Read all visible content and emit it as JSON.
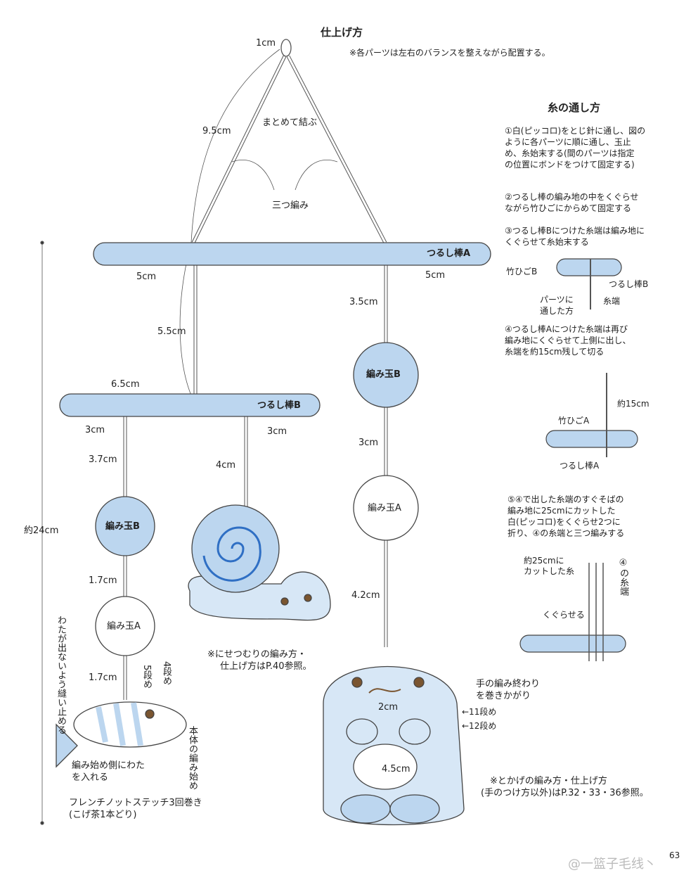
{
  "titles": {
    "main": "仕上げ方",
    "note": "※各パーツは左右のバランスを整えながら配置する。",
    "thread": "糸の通し方"
  },
  "dims": {
    "loop": "1cm",
    "top_len": "9.5cm",
    "tie": "まとめて結ぶ",
    "braid": "三つ編み",
    "rodA_left": "5cm",
    "rodA_right": "5cm",
    "rodB_hang": "5.5cm",
    "rodB_left": "6.5cm",
    "rodB_a": "3cm",
    "rodB_b": "3cm",
    "right_1": "3.5cm",
    "right_2": "3cm",
    "right_3": "4.2cm",
    "fish_1": "3.7cm",
    "fish_2": "1.7cm",
    "fish_3": "1.7cm",
    "snail_1": "4cm",
    "total": "約24cm",
    "lizard_w": "2cm",
    "lizard_belly": "4.5cm",
    "step5": "5段め",
    "step4": "4段め",
    "row11": "←11段め",
    "row12": "←12段め"
  },
  "rods": {
    "a": "つるし棒A",
    "b": "つるし棒B"
  },
  "balls": {
    "b_left": "編み玉B",
    "a_left": "編み玉A",
    "b_right": "編み玉B",
    "a_right": "編み玉A"
  },
  "notes": {
    "fish_side": "わたが出ないよう縫い止める",
    "fish_start": "編み始め側にわたを入れる",
    "fish_body": "本体の編み始め",
    "french1": "フレンチノットステッチ3回巻き",
    "french2": "(こげ茶1本どり)",
    "snail1": "※にせつむりの編み方・",
    "snail2": "仕上げ方はP.40参照。",
    "lizard1": "※とかげの編み方・仕上げ方",
    "lizard2": "(手のつけ方以外)はP.32・33・36参照。",
    "hand1": "手の編み終わり",
    "hand2": "を巻きかがり"
  },
  "steps": {
    "s1": [
      "①白(ピッコロ)をとじ針に通し、図の",
      "ように各パーツに順に通し、玉止",
      "め、糸始末する(間のパーツは指定",
      "の位置にボンドをつけて固定する)"
    ],
    "s2": [
      "②つるし棒の編み地の中をくぐらせ",
      "ながら竹ひごにからめて固定する"
    ],
    "s3": [
      "③つるし棒Bにつけた糸端は編み地に",
      "くぐらせて糸始末する"
    ],
    "s4": [
      "④つるし棒Aにつけた糸端は再び",
      "編み地にくぐらせて上側に出し、",
      "糸端を約15cm残して切る"
    ],
    "s5": [
      "⑤④で出した糸端のすぐそばの",
      "編み地に25cmにカットした",
      "白(ピッコロ)をくぐらせ2つに",
      "折り、④の糸端と三つ編みする"
    ]
  },
  "fig_labels": {
    "bamboo_b": "竹ひごB",
    "rod_b": "つるし棒B",
    "parts1": "パーツに",
    "parts2": "通した方",
    "thread_end": "糸端",
    "approx15": "約15cm",
    "bamboo_a": "竹ひごA",
    "rod_a": "つるし棒A",
    "cut25_1": "約25cmに",
    "cut25_2": "カットした糸",
    "end4": "④の糸端",
    "pass": "くぐらせる"
  },
  "page_number": "63",
  "watermark": "@一篮子毛线丶",
  "colors": {
    "fill": "#bcd6ef",
    "stroke": "#444444",
    "blue": "#2f6fc4"
  }
}
